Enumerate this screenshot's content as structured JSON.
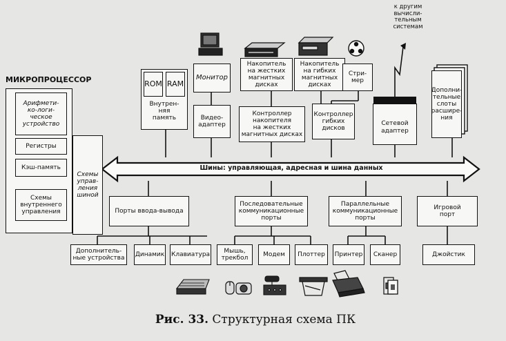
{
  "cpu": {
    "title": "МИКРОПРОЦЕССОР",
    "alu": "Арифмети-\nко-логи-\nческое\nустройство",
    "registers": "Регистры",
    "cache": "Кэш-память",
    "internal_control": "Схемы\nвнутреннего\nуправления",
    "bus_control": "Схемы\nуправ-\nления\nшиной"
  },
  "memory": {
    "rom": "ROM",
    "ram": "RAM",
    "label": "Внутрен-\nняя\nпамять"
  },
  "top_devices": {
    "monitor": "Монитор",
    "hdd": "Накопитель\nна жестких\nмагнитных\nдисках",
    "fdd": "Накопитель\nна гибких\nмагнитных\nдисках",
    "streamer": "Стри-\nмер",
    "network_note": "к другим\nвычисли-\nтельным\nсистемам"
  },
  "controllers": {
    "video": "Видео-\nадаптер",
    "hdd": "Контроллер\nнакопителя\nна жестких\nмагнитных дисках",
    "fdd": "Контроллер\nгибких\nдисков",
    "network": "Сетевой\nадаптер",
    "slots": "Дополни-\nтельные\nслоты\nрасшире-\nния"
  },
  "bus": {
    "label": "Шины: управляющая, адресная и шина данных"
  },
  "ports": {
    "io": "Порты ввода-вывода",
    "serial": "Последовательные\nкоммуникационные\nпорты",
    "parallel": "Параллельные\nкоммуникационные\nпорты",
    "game": "Игровой\nпорт"
  },
  "peripherals": [
    "Дополнитель-\nные устройства",
    "Динамик",
    "Клавиатура",
    "Мышь,\nтрекбол",
    "Модем",
    "Плоттер",
    "Принтер",
    "Сканер",
    "Джойстик"
  ],
  "pictograms": [
    "monitor-icon",
    "hdd-icon",
    "fdd-icon",
    "tape-reel-icon",
    "keyboard-icon",
    "mouse-icon",
    "trackball-icon",
    "modem-icon",
    "plotter-icon",
    "printer-icon",
    "scanner-icon",
    "joystick-icon"
  ],
  "caption": {
    "prefix": "Рис. 33.",
    "text": " Структурная схема ПК"
  }
}
